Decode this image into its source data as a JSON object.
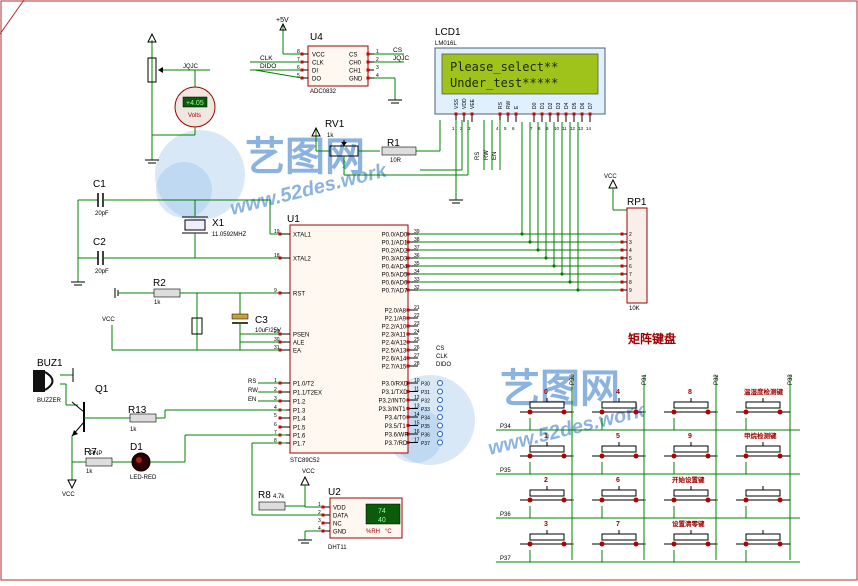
{
  "watermark": {
    "brand": "艺图网",
    "url": "www.52des.work"
  },
  "power": {
    "vcc_5v": "+5V",
    "vcc": "VCC"
  },
  "adc": {
    "ref": "U4",
    "part": "ADC0832",
    "pins_left": [
      "VCC",
      "CLK",
      "DI",
      "DO"
    ],
    "pins_left_nums": [
      "8",
      "7",
      "6",
      "5"
    ],
    "pins_right": [
      "CS",
      "CH0",
      "CH1",
      "GND"
    ],
    "pins_right_nums": [
      "1",
      "2",
      "3",
      "4"
    ],
    "net_left": [
      "CLK",
      "DIDO"
    ],
    "net_right": [
      "CS",
      "JQJC"
    ]
  },
  "voltmeter": {
    "value": "+4.05",
    "unit": "Volts",
    "net": "JQJC"
  },
  "lcd": {
    "ref": "LCD1",
    "part": "LM016L",
    "line1": "Please_select**",
    "line2": "Under_test*****",
    "pins": [
      "VSS",
      "VDD",
      "VEE",
      "RS",
      "RW",
      "E",
      "D0",
      "D1",
      "D2",
      "D3",
      "D4",
      "D5",
      "D6",
      "D7"
    ],
    "pin_nums": [
      "1",
      "2",
      "3",
      "4",
      "5",
      "6",
      "7",
      "8",
      "9",
      "10",
      "11",
      "12",
      "13",
      "14"
    ]
  },
  "pot": {
    "ref": "RV1",
    "value": "1k"
  },
  "r1": {
    "ref": "R1",
    "value": "10R"
  },
  "lcd_nets": [
    "RS",
    "RW",
    "EN"
  ],
  "rp1": {
    "ref": "RP1",
    "value": "10K",
    "pins": [
      "2",
      "3",
      "4",
      "5",
      "6",
      "7",
      "8",
      "9"
    ]
  },
  "caps": [
    {
      "ref": "C1",
      "value": "20pF"
    },
    {
      "ref": "C2",
      "value": "20pF"
    },
    {
      "ref": "C3",
      "value": "10uF/25V"
    }
  ],
  "crystal": {
    "ref": "X1",
    "value": "11.0592MHZ"
  },
  "r2": {
    "ref": "R2",
    "value": "1k"
  },
  "mcu": {
    "ref": "U1",
    "part": "STC89C52",
    "left_pins": [
      {
        "n": "19",
        "name": "XTAL1"
      },
      {
        "n": "18",
        "name": "XTAL2"
      },
      {
        "n": "9",
        "name": "RST"
      },
      {
        "n": "29",
        "name": "PSEN"
      },
      {
        "n": "30",
        "name": "ALE"
      },
      {
        "n": "31",
        "name": "EA"
      },
      {
        "n": "1",
        "name": "P1.0/T2"
      },
      {
        "n": "2",
        "name": "P1.1/T2EX"
      },
      {
        "n": "3",
        "name": "P1.2"
      },
      {
        "n": "4",
        "name": "P1.3"
      },
      {
        "n": "5",
        "name": "P1.4"
      },
      {
        "n": "6",
        "name": "P1.5"
      },
      {
        "n": "7",
        "name": "P1.6"
      },
      {
        "n": "8",
        "name": "P1.7"
      }
    ],
    "p0": [
      {
        "n": "39",
        "name": "P0.0/AD0"
      },
      {
        "n": "38",
        "name": "P0.1/AD1"
      },
      {
        "n": "37",
        "name": "P0.2/AD2"
      },
      {
        "n": "36",
        "name": "P0.3/AD3"
      },
      {
        "n": "35",
        "name": "P0.4/AD4"
      },
      {
        "n": "34",
        "name": "P0.5/AD5"
      },
      {
        "n": "33",
        "name": "P0.6/AD6"
      },
      {
        "n": "32",
        "name": "P0.7/AD7"
      }
    ],
    "p2": [
      {
        "n": "21",
        "name": "P2.0/A8"
      },
      {
        "n": "22",
        "name": "P2.1/A9"
      },
      {
        "n": "23",
        "name": "P2.2/A10"
      },
      {
        "n": "24",
        "name": "P2.3/A11"
      },
      {
        "n": "25",
        "name": "P2.4/A12"
      },
      {
        "n": "26",
        "name": "P2.5/A13"
      },
      {
        "n": "27",
        "name": "P2.6/A14"
      },
      {
        "n": "28",
        "name": "P2.7/A15"
      }
    ],
    "p3": [
      {
        "n": "10",
        "name": "P3.0/RXD",
        "net": "P30"
      },
      {
        "n": "11",
        "name": "P3.1/TXD",
        "net": "P31"
      },
      {
        "n": "12",
        "name": "P3.2/INT0",
        "net": "P32"
      },
      {
        "n": "13",
        "name": "P3.3/INT1",
        "net": "P33"
      },
      {
        "n": "14",
        "name": "P3.4/T0",
        "net": "P34"
      },
      {
        "n": "15",
        "name": "P3.5/T1",
        "net": "P35"
      },
      {
        "n": "16",
        "name": "P3.6/WR",
        "net": "P36"
      },
      {
        "n": "17",
        "name": "P3.7/RD",
        "net": "P37"
      }
    ],
    "p2_nets": [
      "CS",
      "CLK",
      "DIDO"
    ],
    "p1_nets": [
      "RS",
      "RW",
      "EN"
    ]
  },
  "buzzer": {
    "ref": "BUZ1",
    "part": "BUZZER"
  },
  "q1": {
    "ref": "Q1",
    "part": "PNP"
  },
  "r13": {
    "ref": "R13",
    "value": "1k"
  },
  "r_led": {
    "ref": "R7",
    "value": "1k"
  },
  "d1": {
    "ref": "D1",
    "part": "LED-RED"
  },
  "r8": {
    "ref": "R8",
    "value": "4.7k"
  },
  "dht": {
    "ref": "U2",
    "part": "DHT11",
    "pins": [
      "VDD",
      "DATA",
      "NC",
      "GND"
    ],
    "pin_nums": [
      "1",
      "2",
      "3",
      "4"
    ],
    "temp": "74",
    "hum": "40",
    "unit_label": "%RH",
    "unit_label2": "°C"
  },
  "keypad": {
    "title": "矩阵键盘",
    "col_nets": [
      "P30",
      "P31",
      "P32",
      "P33"
    ],
    "row_nets": [
      "P34",
      "P35",
      "P36",
      "P37"
    ],
    "keys": [
      [
        "0",
        "4",
        "8",
        "温湿度检测键"
      ],
      [
        "1",
        "5",
        "9",
        "甲烷检测键"
      ],
      [
        "2",
        "6",
        "开始设置键",
        ""
      ],
      [
        "3",
        "7",
        "设置清零键",
        ""
      ]
    ]
  }
}
